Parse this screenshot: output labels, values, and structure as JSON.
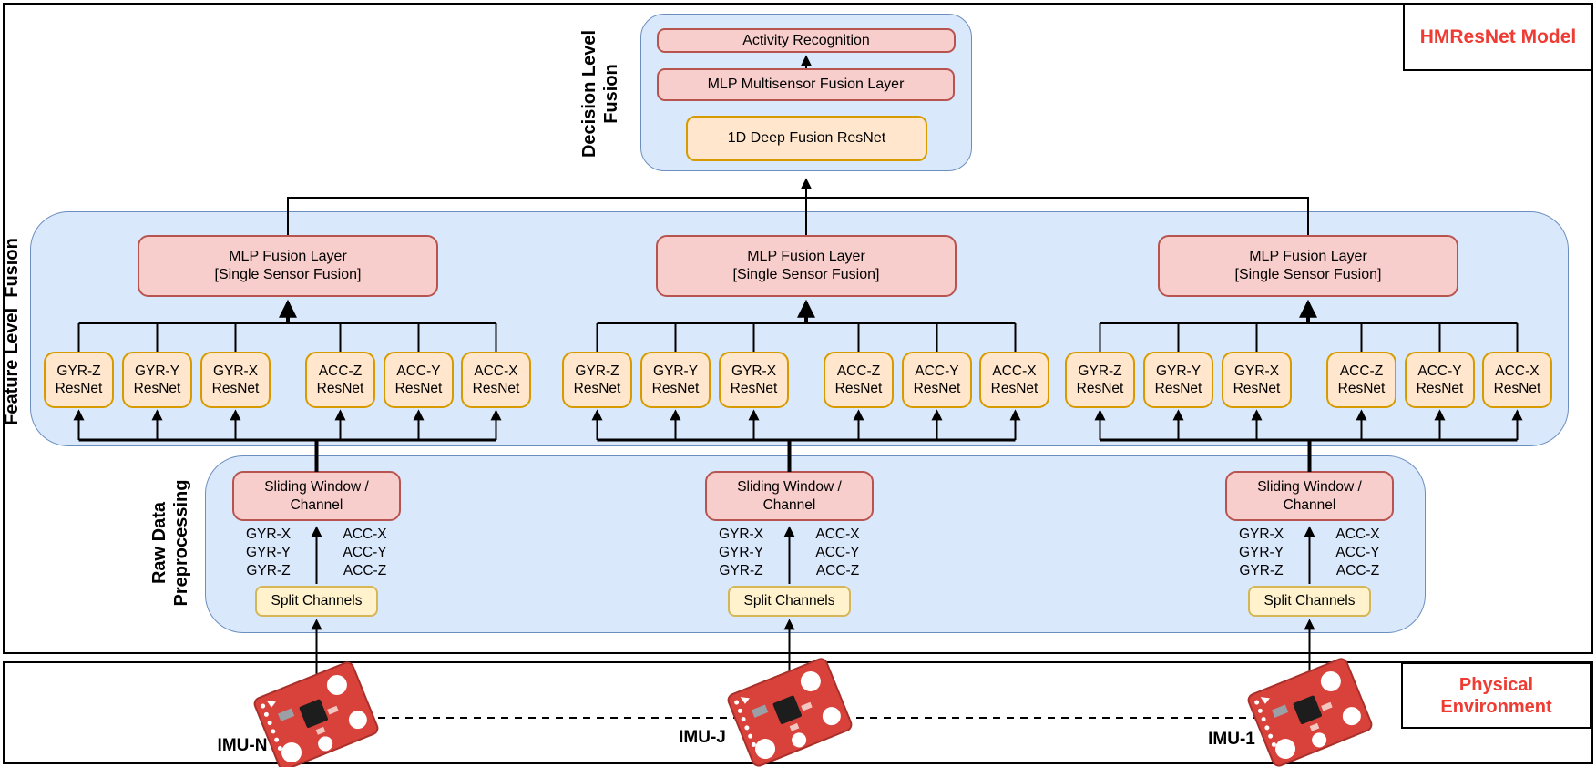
{
  "model_label": "HMResNet Model",
  "decision": {
    "label": "Decision Level\nFusion",
    "activity": "Activity Recognition",
    "mlp": "MLP Multisensor Fusion Layer",
    "resnet": "1D Deep Fusion ResNet"
  },
  "feature": {
    "label": "Feature Level  Fusion",
    "mlp": "MLP Fusion Layer\n[Single Sensor Fusion]",
    "resnets": [
      "GYR-Z\nResNet",
      "GYR-Y\nResNet",
      "GYR-X\nResNet",
      "ACC-Z\nResNet",
      "ACC-Y\nResNet",
      "ACC-X\nResNet"
    ]
  },
  "raw": {
    "label": "Raw Data\nPreprocessing",
    "sliding": "Sliding Window /\nChannel",
    "gyr": "GYR-X\nGYR-Y\nGYR-Z",
    "acc": "ACC-X\nACC-Y\nACC-Z",
    "split": "Split Channels"
  },
  "physical": {
    "label": "Physical\nEnvironment",
    "imu_labels": [
      "IMU-N",
      "IMU-J",
      "IMU-1"
    ]
  },
  "colors": {
    "blue_fill": "#dae8fc",
    "blue_stroke": "#6c8ebf",
    "pink_fill": "#f8cecc",
    "pink_stroke": "#b85450",
    "orange_fill": "#ffe6cc",
    "orange_stroke": "#d79b00",
    "yellow_fill": "#fff2cc",
    "yellow_stroke": "#d6b656",
    "red_text": "#ee3b33",
    "board_red": "#d9423a"
  }
}
